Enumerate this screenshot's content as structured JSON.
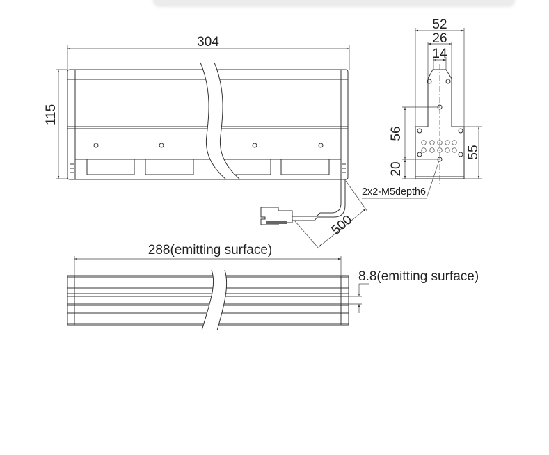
{
  "drawing": {
    "front_view": {
      "length": "304",
      "height": "115"
    },
    "side_view": {
      "width": "52",
      "inner_width": "26",
      "top_width": "14",
      "hole_spacing": "56",
      "bottom_offset": "20",
      "body_height": "55",
      "hole_note": "2x2-M5depth6"
    },
    "cable": {
      "length": "500"
    },
    "bottom_view": {
      "emitting_length": "288(emitting surface)",
      "emitting_width": "8.8(emitting surface)"
    }
  }
}
